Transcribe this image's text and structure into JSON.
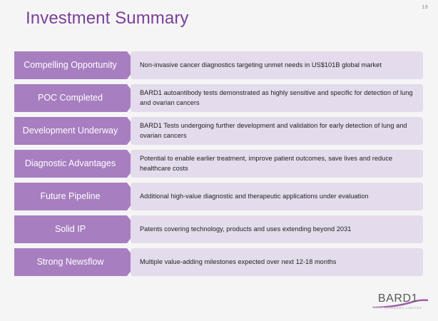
{
  "slide": {
    "title": "Investment Summary",
    "page_number": "19",
    "background_color": "#f5f5f5",
    "accent_color": "#7b3f98",
    "chevron_color": "#a77ec0",
    "body_color": "#e4dbec"
  },
  "rows": [
    {
      "label": "Compelling Opportunity",
      "text": "Non-invasive cancer diagnostics targeting unmet needs in US$101B global market"
    },
    {
      "label": "POC Completed",
      "text": "BARD1 autoantibody tests demonstrated as highly sensitive and specific for detection of lung and ovarian cancers"
    },
    {
      "label": "Development Underway",
      "text": "BARD1 Tests undergoing further development and validation for early detection of lung and ovarian cancers"
    },
    {
      "label": "Diagnostic Advantages",
      "text": "Potential to enable earlier treatment, improve patient outcomes, save lives and reduce healthcare costs"
    },
    {
      "label": "Future Pipeline",
      "text": "Additional high-value diagnostic and therapeutic applications under evaluation"
    },
    {
      "label": "Solid IP",
      "text": "Patents covering technology, products and uses extending beyond 2031"
    },
    {
      "label": "Strong Newsflow",
      "text": "Multiple value-adding milestones expected over next 12-18 months"
    }
  ],
  "logo": {
    "wordmark": "BARD1",
    "tagline": "LIFE SCIENCES LIMITED"
  }
}
